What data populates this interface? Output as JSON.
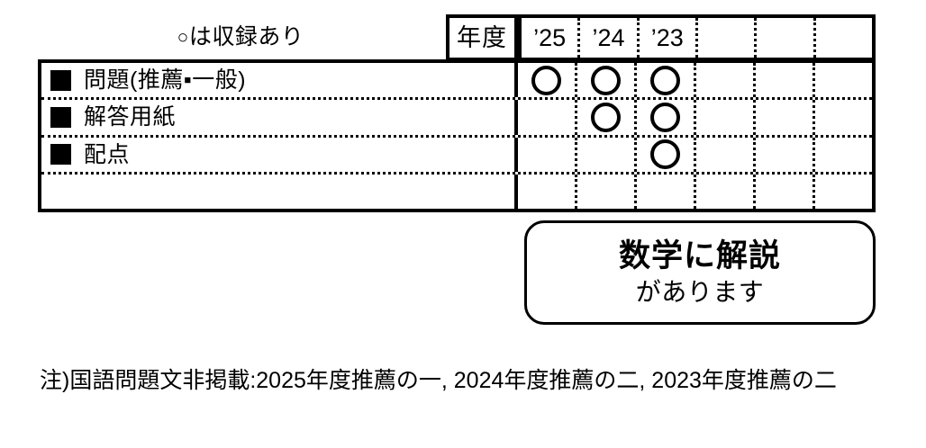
{
  "caption": {
    "ring_symbol": "○",
    "text": "は収録あり",
    "full": "○は収録あり"
  },
  "table": {
    "year_header_label": "年度",
    "year_columns": [
      "’25",
      "’24",
      "’23",
      "",
      "",
      ""
    ],
    "rows": [
      {
        "label": "問題(推薦▪一般)",
        "marks": [
          "○",
          "○",
          "○",
          "",
          "",
          ""
        ]
      },
      {
        "label": "解答用紙",
        "marks": [
          "",
          "○",
          "○",
          "",
          "",
          ""
        ]
      },
      {
        "label": "配点",
        "marks": [
          "",
          "",
          "○",
          "",
          "",
          ""
        ]
      },
      {
        "label": "",
        "marks": [
          "",
          "",
          "",
          "",
          "",
          ""
        ]
      }
    ]
  },
  "callout": {
    "line1": "数学に解説",
    "line2": "があります"
  },
  "footnote": {
    "text": "注)国語問題文非掲載:2025年度推薦の一, 2024年度推薦の二, 2023年度推薦の二"
  },
  "colors": {
    "ink": "#000000",
    "paper": "#ffffff"
  }
}
